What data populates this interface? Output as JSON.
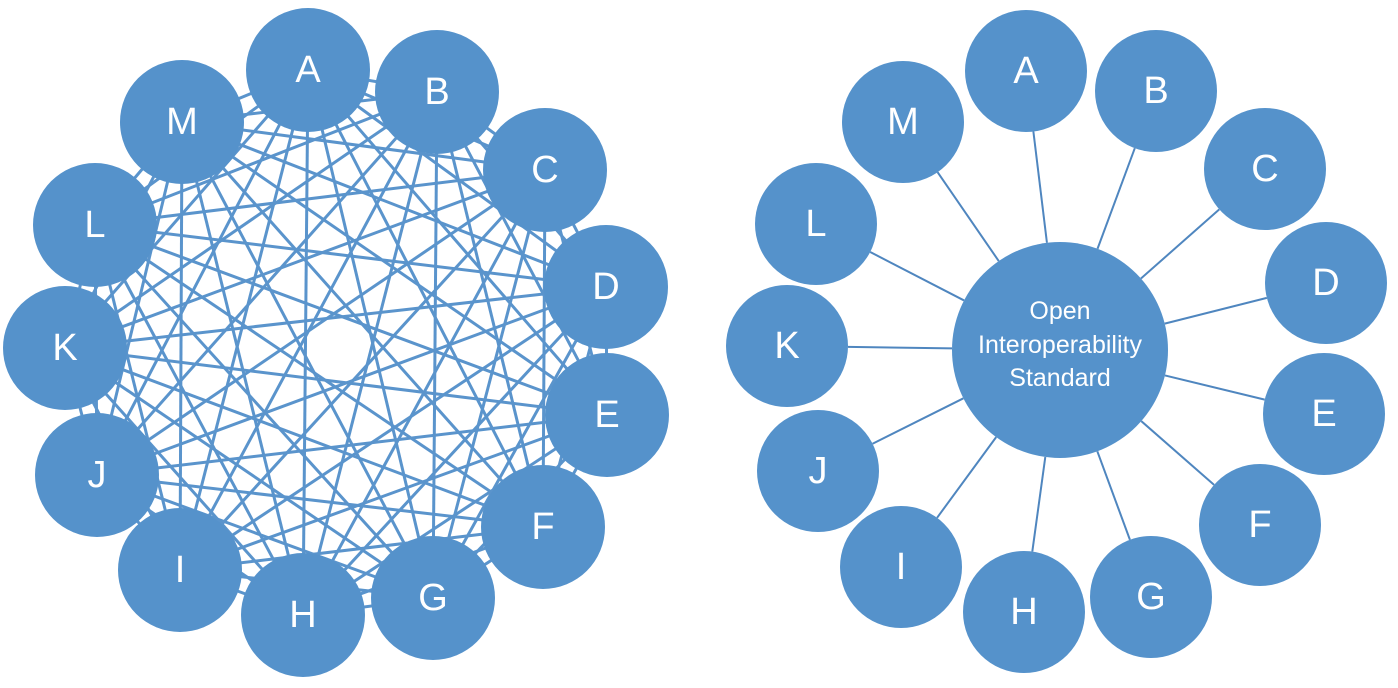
{
  "mesh_diagram": {
    "nodes": [
      "A",
      "B",
      "C",
      "D",
      "E",
      "F",
      "G",
      "H",
      "I",
      "J",
      "K",
      "L",
      "M"
    ],
    "connection": "all-to-all"
  },
  "hub_diagram": {
    "hub_lines": [
      "Open",
      "Interoperability",
      "Standard"
    ],
    "nodes": [
      "A",
      "B",
      "C",
      "D",
      "E",
      "F",
      "G",
      "H",
      "I",
      "J",
      "K",
      "L",
      "M"
    ],
    "connection": "each-to-hub"
  },
  "colors": {
    "node_fill": "#5592cb",
    "edge": "#5a94cc",
    "text": "#ffffff"
  }
}
